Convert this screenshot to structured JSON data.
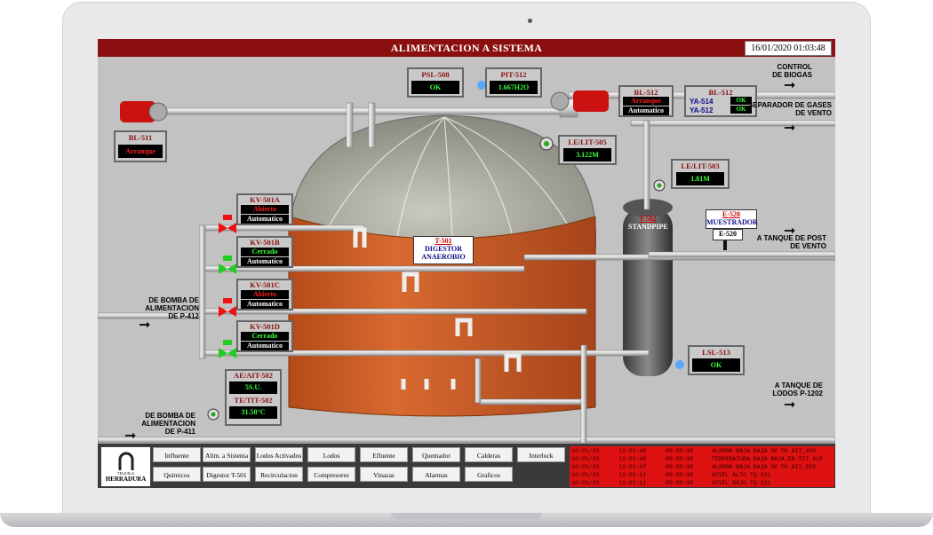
{
  "title": "ALIMENTACION A SISTEMA",
  "datetime": "16/01/2020 01:03:48",
  "colors": {
    "title_bar": "#8b0f0f",
    "screen_bg": "#c2c2c2",
    "ok_green": "#3cff3c",
    "alarm_red": "#dd1111",
    "digester": "#c85a22"
  },
  "instruments": {
    "psl508": {
      "tag": "PSL-508",
      "value": "OK"
    },
    "pit512": {
      "tag": "PIT-512",
      "value": "1.667H2O"
    },
    "bl511": {
      "tag": "BL-511",
      "status": "Arranque"
    },
    "bl512": {
      "tag": "BL-512",
      "status": "Arranque",
      "mode": "Automatico"
    },
    "bl512b": {
      "tag": "BL-512",
      "ya514": "YA-514",
      "ya512": "YA-512",
      "ok1": "OK",
      "ok2": "OK"
    },
    "lelit505": {
      "tag": "LE/LIT-505",
      "value": "3.122M"
    },
    "lelit503": {
      "tag": "LE/LIT-503",
      "value": "1.81M"
    },
    "kv501a": {
      "tag": "KV-501A",
      "status": "Abierto",
      "mode": "Automatico"
    },
    "kv501b": {
      "tag": "KV-501B",
      "status": "Cerrado",
      "mode": "Automatico"
    },
    "kv501c": {
      "tag": "KV-501C",
      "status": "Abierto",
      "mode": "Automatico"
    },
    "kv501d": {
      "tag": "KV-501D",
      "status": "Cerrado",
      "mode": "Automatico"
    },
    "aeait502": {
      "tag": "AE/AIT-502",
      "value": "5S.U."
    },
    "teitt502": {
      "tag": "TE/TIT-502",
      "value": "31.58°C"
    },
    "lsl513": {
      "tag": "LSL-513",
      "value": "OK"
    },
    "t501": {
      "tag": "T-501",
      "name1": "DIGESTOR",
      "name2": "ANAEROBIO"
    },
    "t502": {
      "tag": "T-502",
      "name": "STANDPIPE"
    },
    "e520": {
      "tag": "E-520",
      "name": "MUESTRADOR",
      "code": "E-520"
    }
  },
  "labels": {
    "control_biogas": [
      "CONTROL",
      "DE BIOGAS"
    ],
    "separador": [
      "SEPARADOR DE GASES",
      "DE VENTO"
    ],
    "tanque_post": [
      "A TANQUE DE POST",
      "DE VENTO"
    ],
    "tanque_lodos": [
      "A TANQUE DE",
      "LODOS P-1202"
    ],
    "bomba412": [
      "DE BOMBA DE ALIMENTACION",
      "DE P-412"
    ],
    "bomba411": [
      "DE BOMBA DE ALIMENTACION",
      "DE P-411"
    ]
  },
  "logo": {
    "small": "TEQUILA",
    "brand": "HERRADURA"
  },
  "nav": {
    "row1": [
      "Influente",
      "Alim. a Sistema",
      "Lodos Activados",
      "Lodos",
      "Efluente",
      "Quemador",
      "Calderas",
      "Interlock"
    ],
    "row2": [
      "Quimicos",
      "Digestor T-501",
      "Recirculacion",
      "Compresores",
      "Vinazas",
      "Alarmas",
      "Graficos"
    ]
  },
  "alarms": [
    {
      "date": "16/01/20",
      "time": "13:03:48",
      "dur": "00:00:00",
      "text": "ALARMA BAJA BAJA DE PH AIT_409"
    },
    {
      "date": "16/01/20",
      "time": "13:03:48",
      "dur": "00:00:00",
      "text": "TEMPERATURA BAJA BAJA EN TIT_410"
    },
    {
      "date": "16/01/20",
      "time": "13:03:47",
      "dur": "00:00:00",
      "text": "ALARMA BAJA BAJA DE PH AIT_502"
    },
    {
      "date": "16/01/20",
      "time": "13:03:11",
      "dur": "00:00:00",
      "text": "NIVEL ALTO TQ-331"
    },
    {
      "date": "16/01/20",
      "time": "13:03:11",
      "dur": "00:00:00",
      "text": "NIVEL BAJO TQ-331"
    }
  ]
}
